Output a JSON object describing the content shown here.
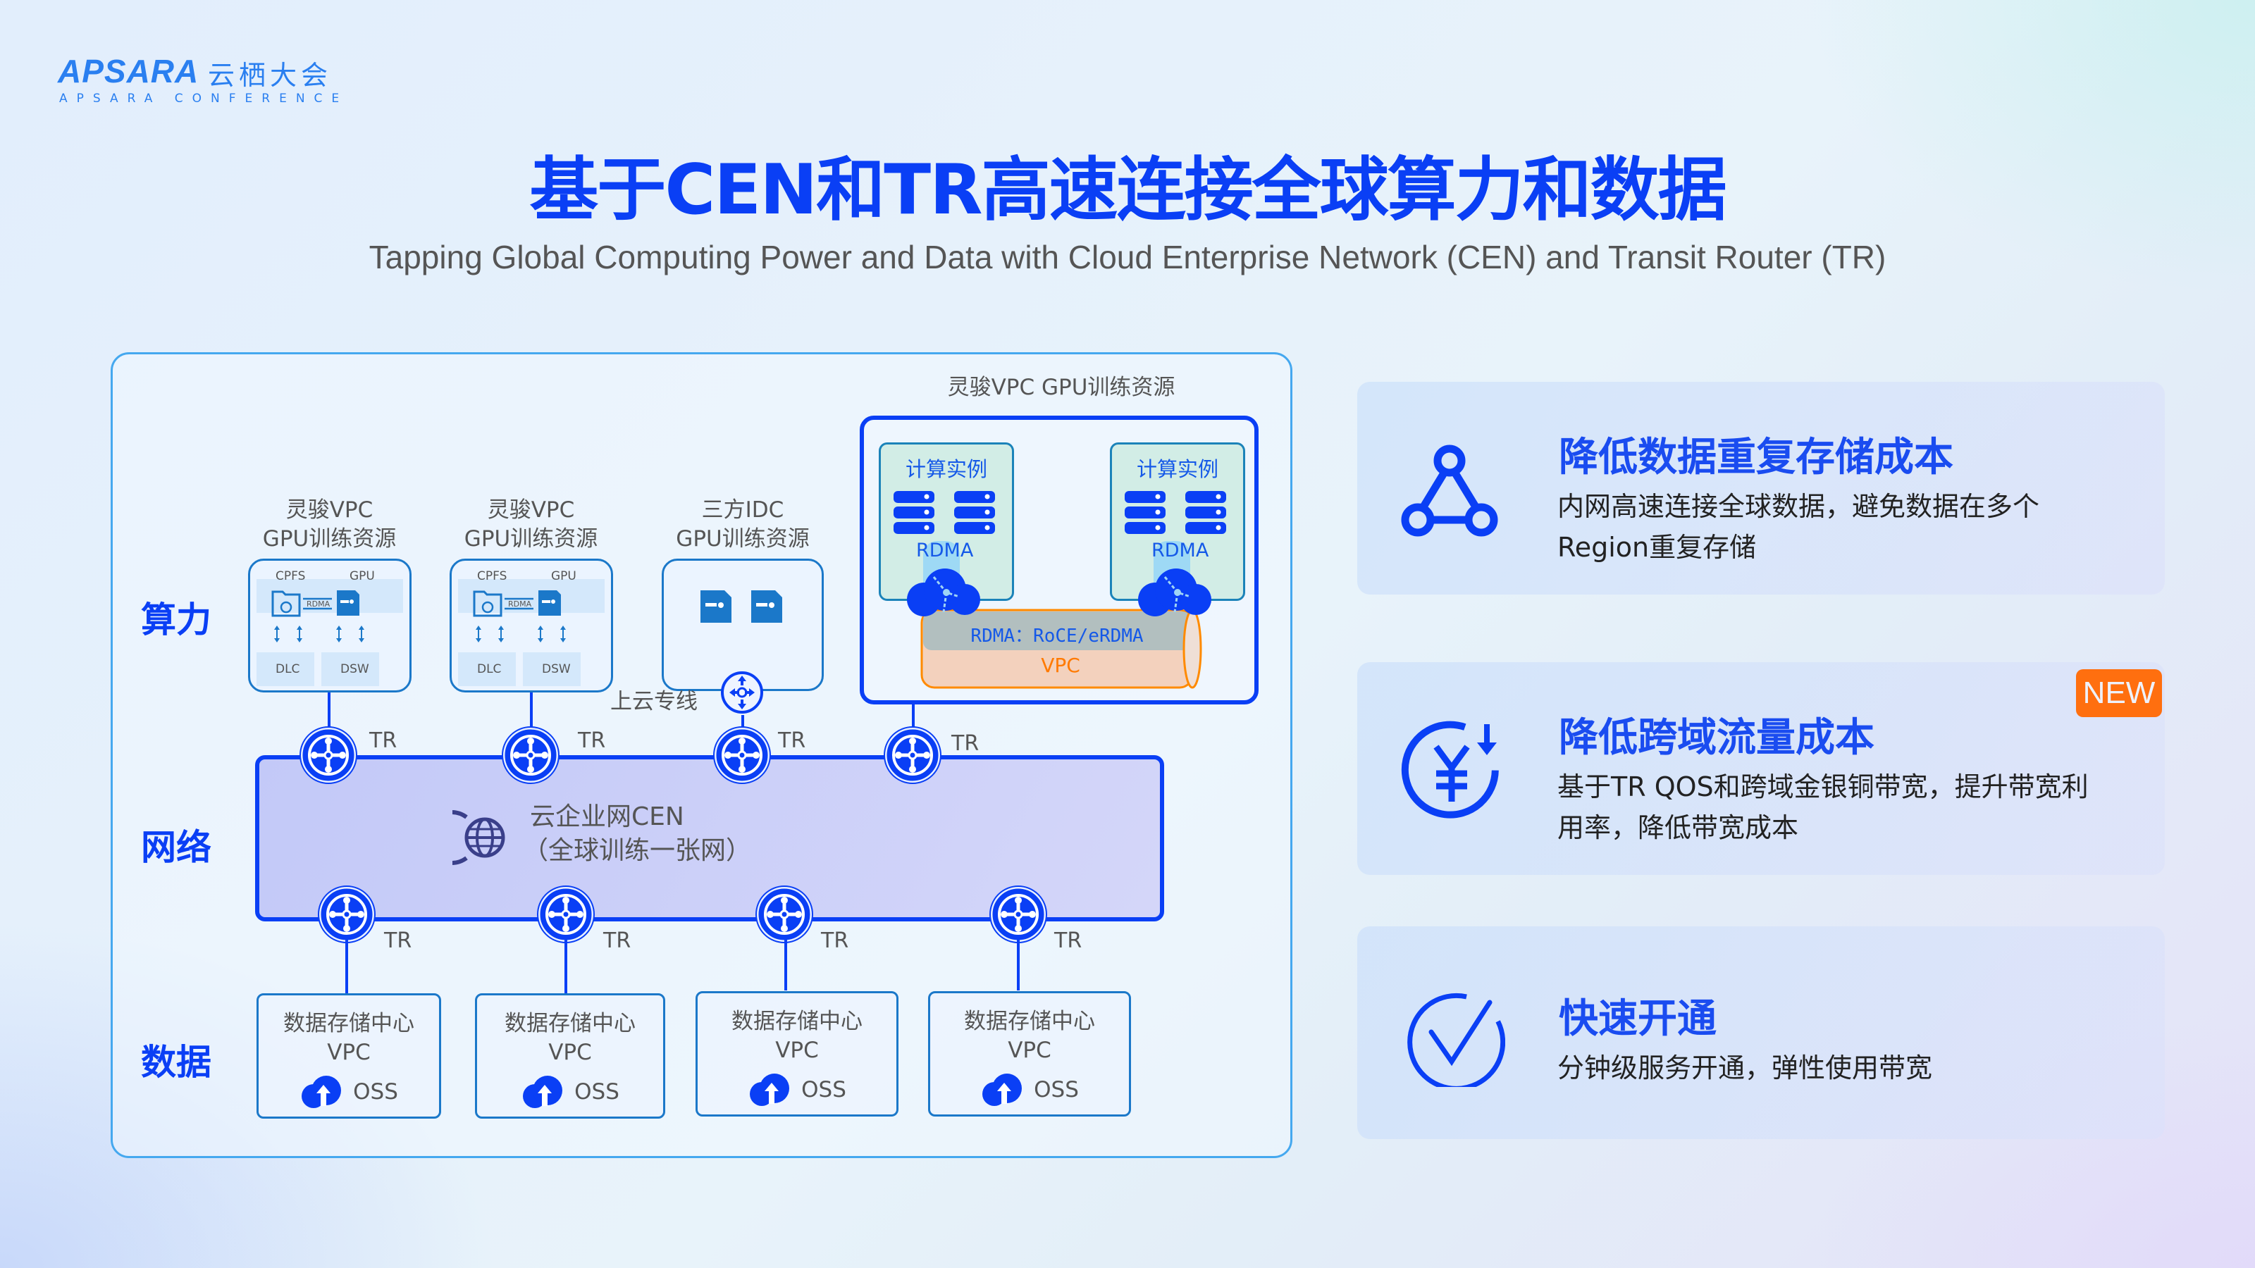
{
  "logo": {
    "brand": "APSARA",
    "cn": "云栖大会",
    "sub": "APSARA  CONFERENCE"
  },
  "title": "基于CEN和TR高速连接全球算力和数据",
  "subtitle": "Tapping Global Computing Power and Data with Cloud Enterprise Network (CEN) and Transit Router (TR)",
  "diagram": {
    "row_labels": {
      "compute": "算力",
      "network": "网络",
      "data": "数据"
    },
    "compute_sites": [
      {
        "caption_1": "灵骏VPC",
        "caption_2": "GPU训练资源",
        "cpfs": "CPFS",
        "gpu": "GPU",
        "rdma": "RDMA",
        "dlc": "DLC",
        "dsw": "DSW"
      },
      {
        "caption_1": "灵骏VPC",
        "caption_2": "GPU训练资源",
        "cpfs": "CPFS",
        "gpu": "GPU",
        "rdma": "RDMA",
        "dlc": "DLC",
        "dsw": "DSW"
      },
      {
        "caption_1": "三方IDC",
        "caption_2": "GPU训练资源"
      }
    ],
    "express_connect": "上云专线",
    "lingjun_cluster": {
      "caption": "灵骏VPC GPU训练资源",
      "instance_label": "计算实例",
      "rdma_label": "RDMA",
      "tube_label": "RDMA：RoCE/eRDMA",
      "vpc_label": "VPC"
    },
    "tr_label": "TR",
    "cen": {
      "line1": "云企业网CEN",
      "line2": "（全球训练一张网）"
    },
    "data_sites": [
      {
        "line1": "数据存储中心",
        "line2": "VPC",
        "service": "OSS"
      },
      {
        "line1": "数据存储中心",
        "line2": "VPC",
        "service": "OSS"
      },
      {
        "line1": "数据存储中心",
        "line2": "VPC",
        "service": "OSS"
      },
      {
        "line1": "数据存储中心",
        "line2": "VPC",
        "service": "OSS"
      }
    ]
  },
  "benefits": [
    {
      "icon": "triangle-nodes-icon",
      "title": "降低数据重复存储成本",
      "desc_1": "内网高速连接全球数据，避免数据在多个",
      "desc_2": "Region重复存储"
    },
    {
      "icon": "yuan-down-icon",
      "title": "降低跨域流量成本",
      "desc_1": "基于TR QOS和跨域金银铜带宽，提升带宽利",
      "desc_2": "用率，降低带宽成本",
      "badge": "NEW"
    },
    {
      "icon": "check-circle-icon",
      "title": "快速开通",
      "desc_1": "分钟级服务开通，弹性使用带宽"
    }
  ],
  "colors": {
    "brand_blue": "#0a3ff5",
    "logo_blue": "#2a7ff0",
    "badge_orange": "#ff6f0f",
    "vpc_orange": "#ff8a00"
  }
}
